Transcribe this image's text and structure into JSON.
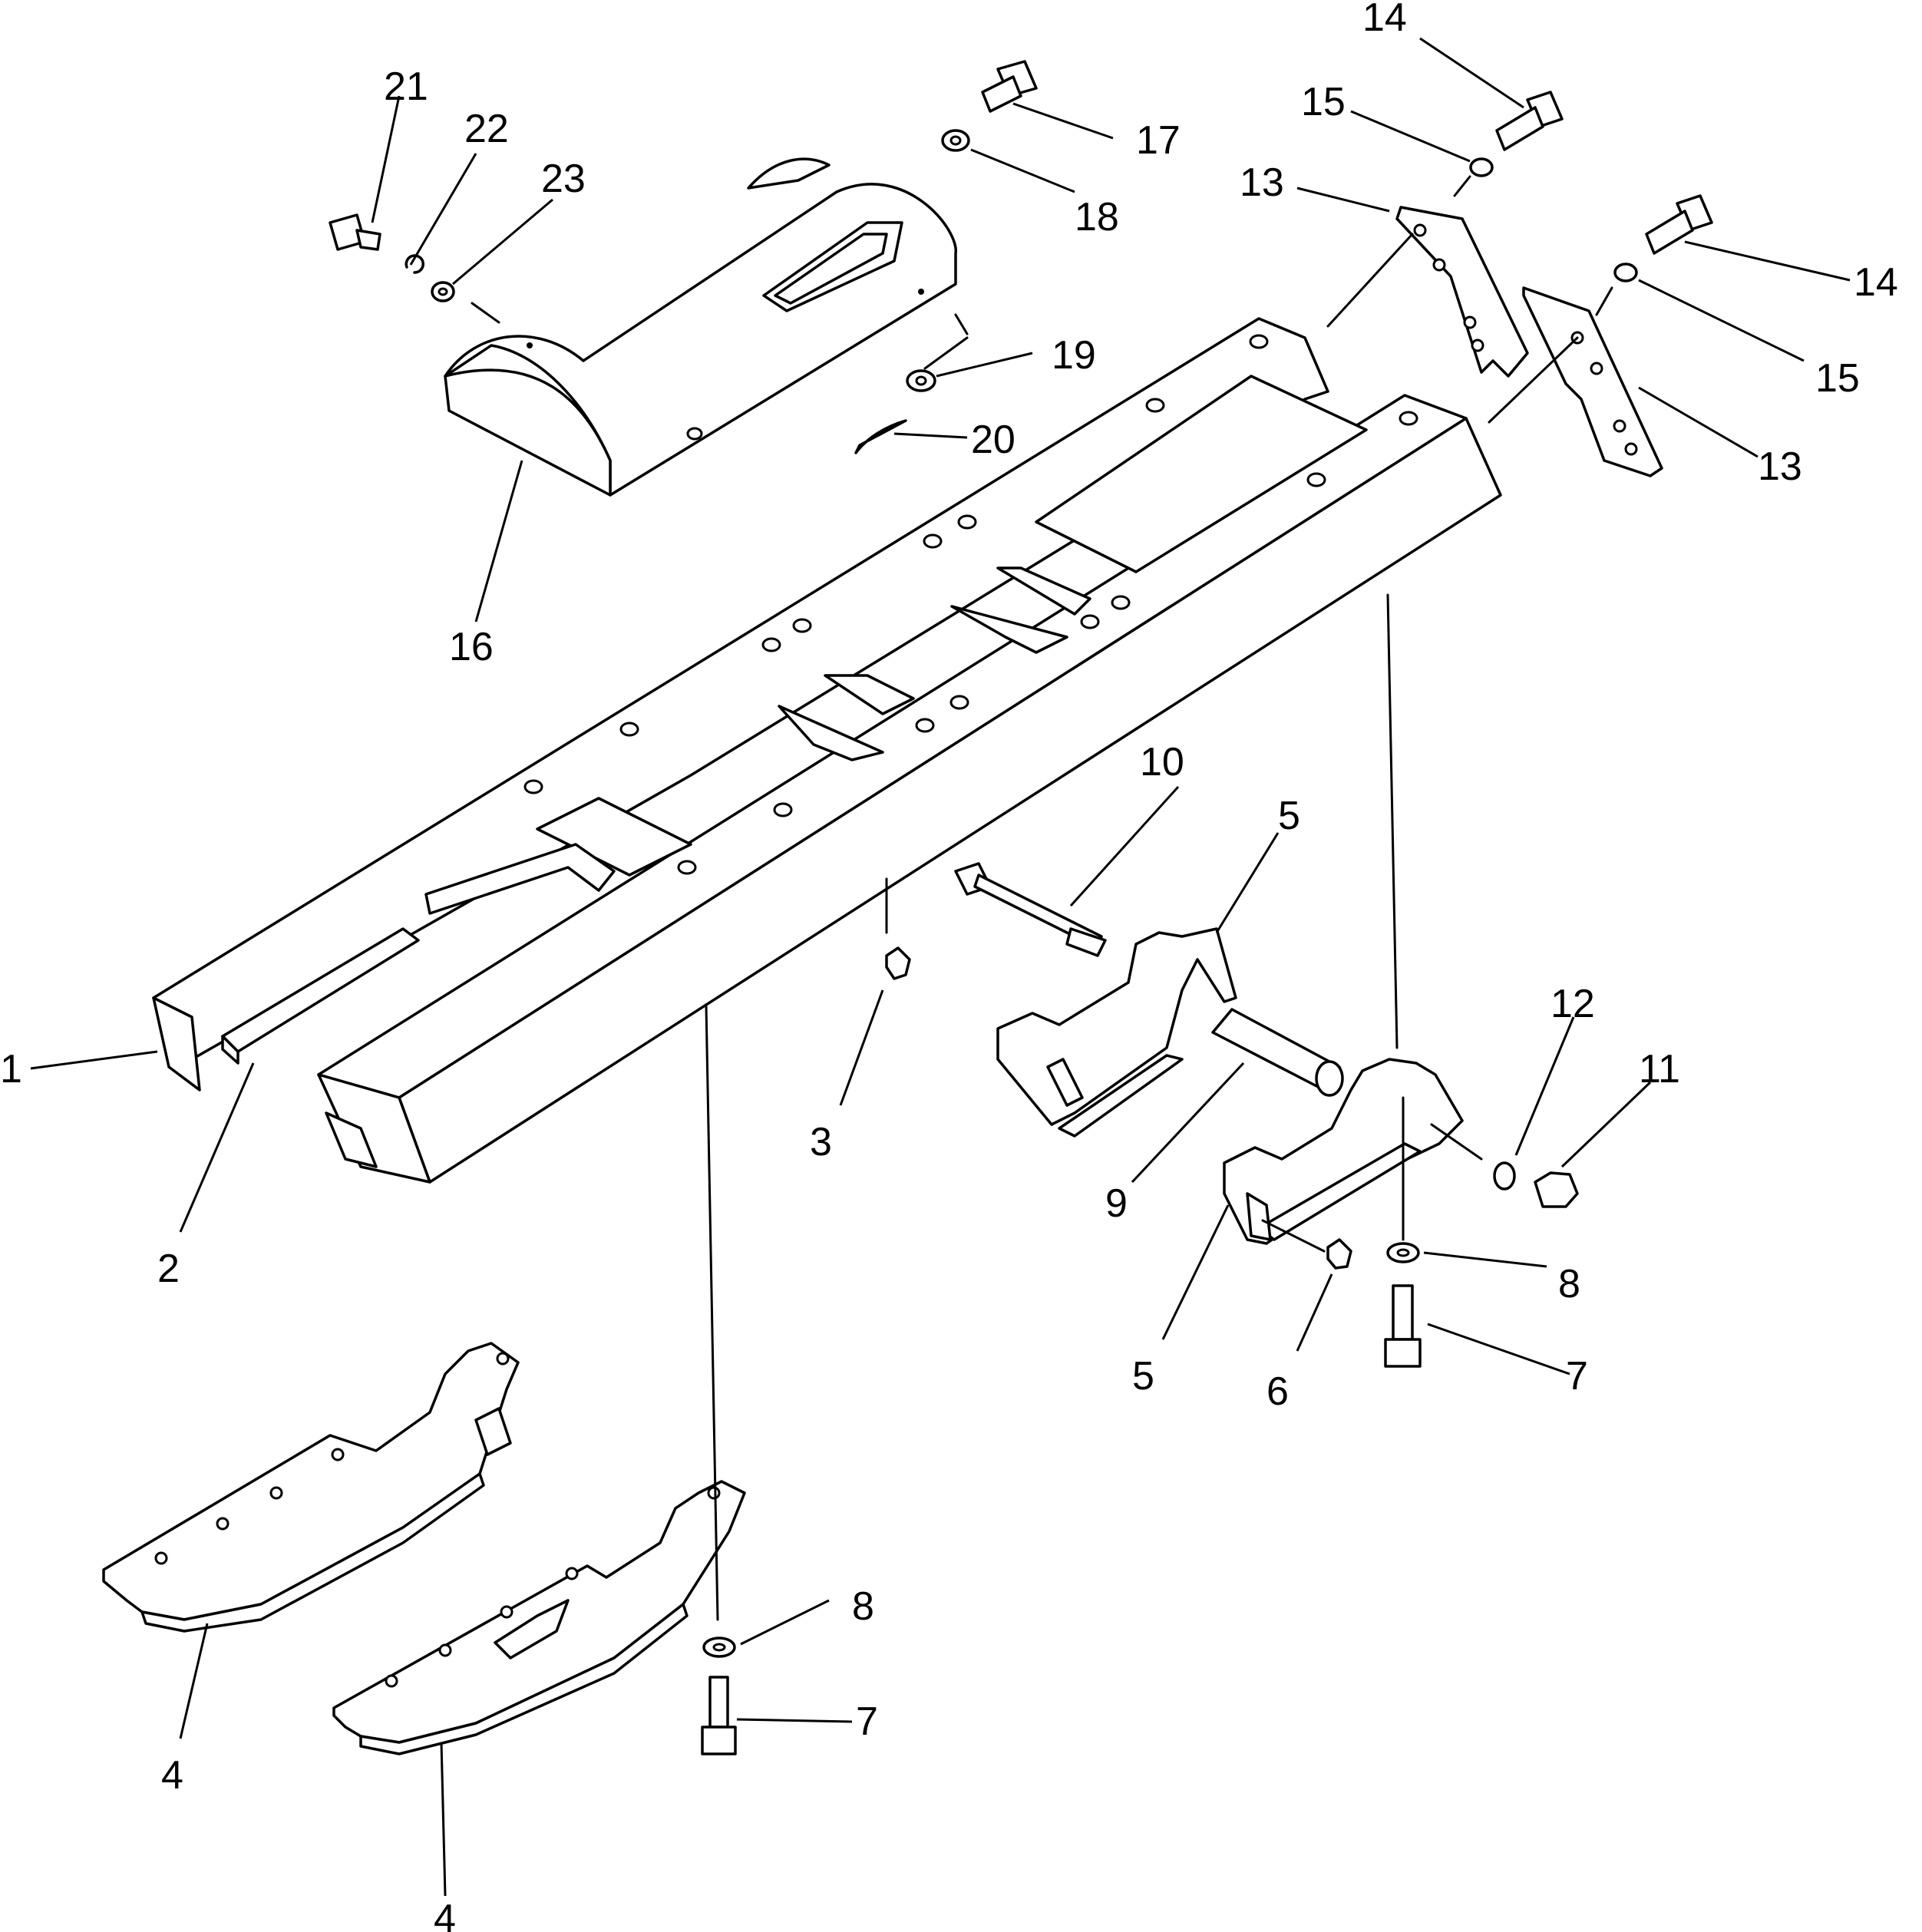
{
  "callouts": [
    {
      "id": "c1",
      "label": "1"
    },
    {
      "id": "c2",
      "label": "2"
    },
    {
      "id": "c3",
      "label": "3"
    },
    {
      "id": "c4a",
      "label": "4"
    },
    {
      "id": "c4b",
      "label": "4"
    },
    {
      "id": "c5a",
      "label": "5"
    },
    {
      "id": "c5b",
      "label": "5"
    },
    {
      "id": "c6",
      "label": "6"
    },
    {
      "id": "c7a",
      "label": "7"
    },
    {
      "id": "c7b",
      "label": "7"
    },
    {
      "id": "c8a",
      "label": "8"
    },
    {
      "id": "c8b",
      "label": "8"
    },
    {
      "id": "c9",
      "label": "9"
    },
    {
      "id": "c10",
      "label": "10"
    },
    {
      "id": "c11",
      "label": "11"
    },
    {
      "id": "c12",
      "label": "12"
    },
    {
      "id": "c13a",
      "label": "13"
    },
    {
      "id": "c13b",
      "label": "13"
    },
    {
      "id": "c14a",
      "label": "14"
    },
    {
      "id": "c14b",
      "label": "14"
    },
    {
      "id": "c15a",
      "label": "15"
    },
    {
      "id": "c15b",
      "label": "15"
    },
    {
      "id": "c16",
      "label": "16"
    },
    {
      "id": "c17",
      "label": "17"
    },
    {
      "id": "c18",
      "label": "18"
    },
    {
      "id": "c19",
      "label": "19"
    },
    {
      "id": "c20",
      "label": "20"
    },
    {
      "id": "c21",
      "label": "21"
    },
    {
      "id": "c22",
      "label": "22"
    },
    {
      "id": "c23",
      "label": "23"
    }
  ]
}
